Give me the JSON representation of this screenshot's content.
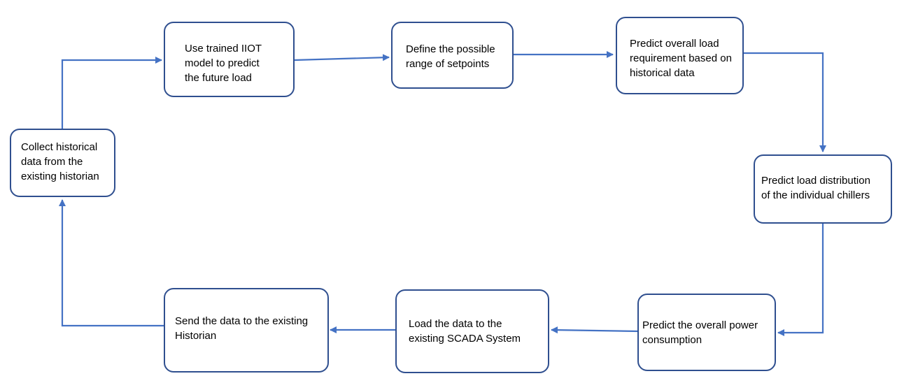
{
  "diagram": {
    "colors": {
      "box_border": "#2f4f8f",
      "arrow": "#4472c4",
      "background": "#ffffff"
    },
    "nodes": {
      "collect": "Collect historical\ndata from the\nexisting historian",
      "use_model": "Use trained IIOT\nmodel to predict\nthe future load",
      "define_range": "Define the possible\nrange of setpoints",
      "predict_overall_load": "Predict overall load\nrequirement based on\nhistorical data",
      "predict_distribution": "Predict load distribution\nof the individual chillers",
      "predict_power": "Predict the overall power\nconsumption",
      "load_scada": "Load the data to the\nexisting SCADA System",
      "send_historian": "Send the data to the existing\nHistorian"
    },
    "edges": [
      {
        "from": "collect",
        "to": "use_model"
      },
      {
        "from": "use_model",
        "to": "define_range"
      },
      {
        "from": "define_range",
        "to": "predict_overall_load"
      },
      {
        "from": "predict_overall_load",
        "to": "predict_distribution"
      },
      {
        "from": "predict_distribution",
        "to": "predict_power"
      },
      {
        "from": "predict_power",
        "to": "load_scada"
      },
      {
        "from": "load_scada",
        "to": "send_historian"
      },
      {
        "from": "send_historian",
        "to": "collect"
      }
    ]
  }
}
